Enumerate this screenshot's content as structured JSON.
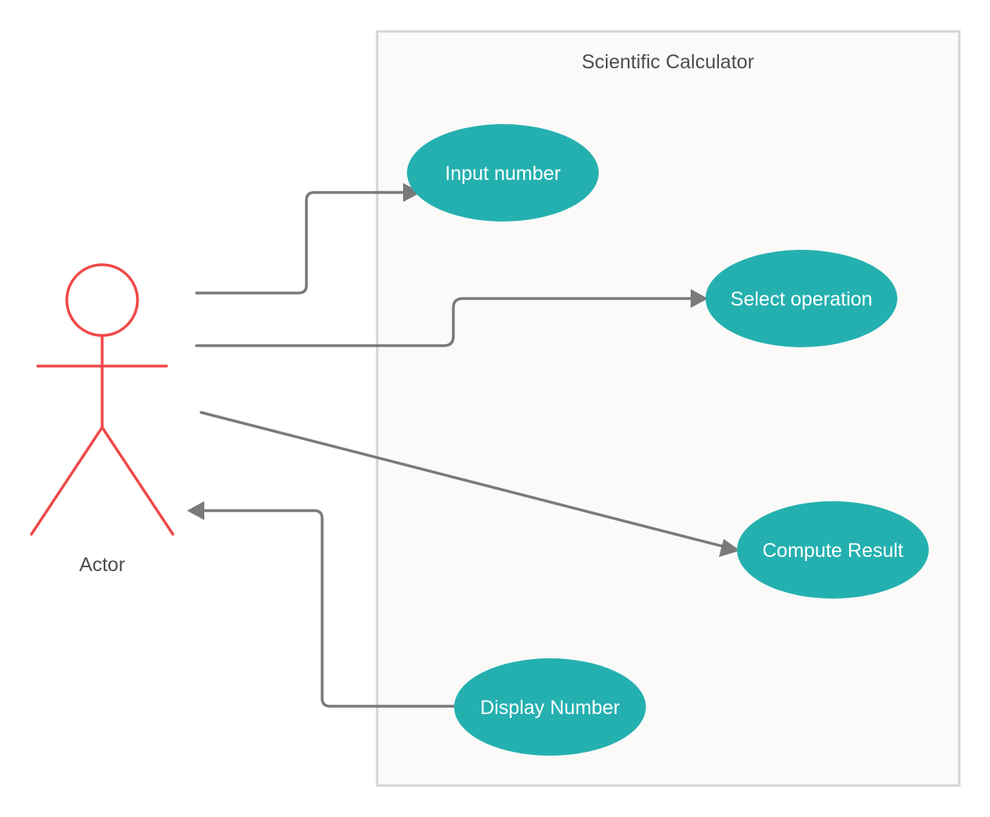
{
  "system_boundary": {
    "label": "Scientific Calculator"
  },
  "actor": {
    "label": "Actor"
  },
  "use_cases": [
    {
      "label": "Input number"
    },
    {
      "label": "Select operation"
    },
    {
      "label": "Compute Result"
    },
    {
      "label": "Display Number"
    }
  ],
  "colors": {
    "use_case_fill": "#25b0b0",
    "actor_stroke": "#f04848",
    "connector": "#7a7a7a",
    "boundary_fill": "#fbfaf8",
    "boundary_stroke": "#d4d4d4"
  }
}
